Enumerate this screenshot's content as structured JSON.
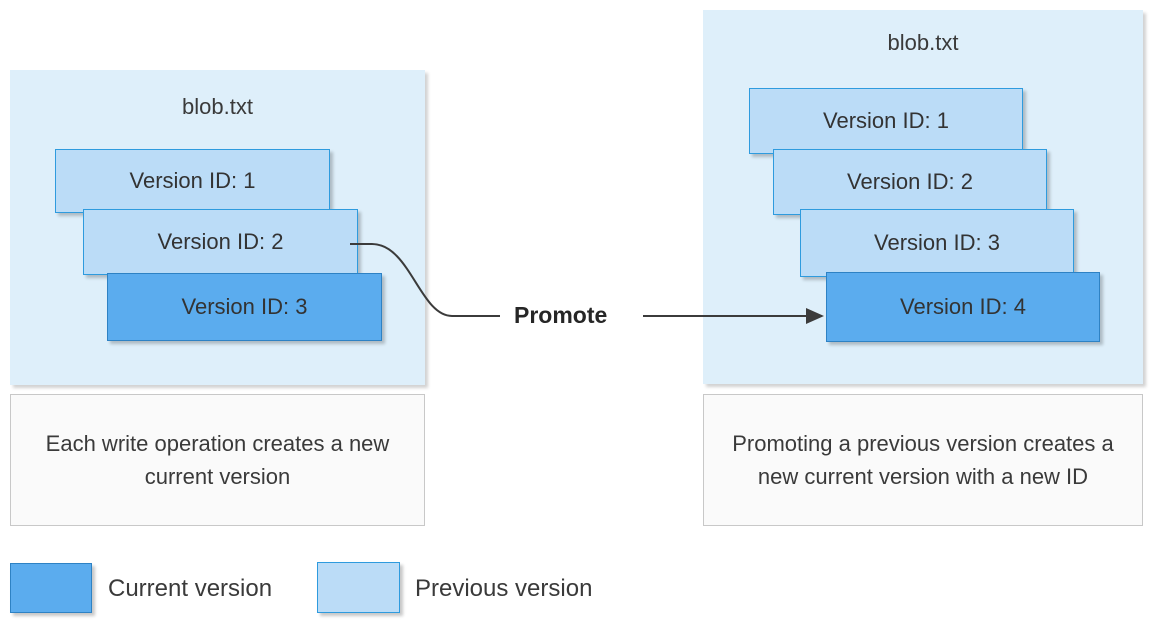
{
  "diagram": {
    "title_left": "blob.txt",
    "title_right": "blob.txt",
    "promote_label": "Promote"
  },
  "left_panel": {
    "file_name": "blob.txt",
    "versions": [
      {
        "label": "Version ID: 1",
        "state": "previous"
      },
      {
        "label": "Version ID: 2",
        "state": "previous"
      },
      {
        "label": "Version ID: 3",
        "state": "current"
      }
    ],
    "caption": "Each write operation creates a new current version"
  },
  "right_panel": {
    "file_name": "blob.txt",
    "versions": [
      {
        "label": "Version ID: 1",
        "state": "previous"
      },
      {
        "label": "Version ID: 2",
        "state": "previous"
      },
      {
        "label": "Version ID: 3",
        "state": "previous"
      },
      {
        "label": "Version ID: 4",
        "state": "current"
      }
    ],
    "caption": "Promoting a previous version creates a new current version with a new ID"
  },
  "legend": {
    "items": [
      {
        "label": "Current version",
        "color": "#5BACEE"
      },
      {
        "label": "Previous version",
        "color": "#BBDCF7"
      }
    ]
  },
  "colors": {
    "panel_background": "#DEEFFA",
    "current_version": "#5BACEE",
    "current_version_border": "#2E82C4",
    "previous_version": "#BBDCF7",
    "previous_version_border": "#2E9BDE",
    "caption_background": "#FAFAFA",
    "caption_border": "#C8C8C8",
    "connector": "#3B3B3B",
    "text": "#333333"
  }
}
